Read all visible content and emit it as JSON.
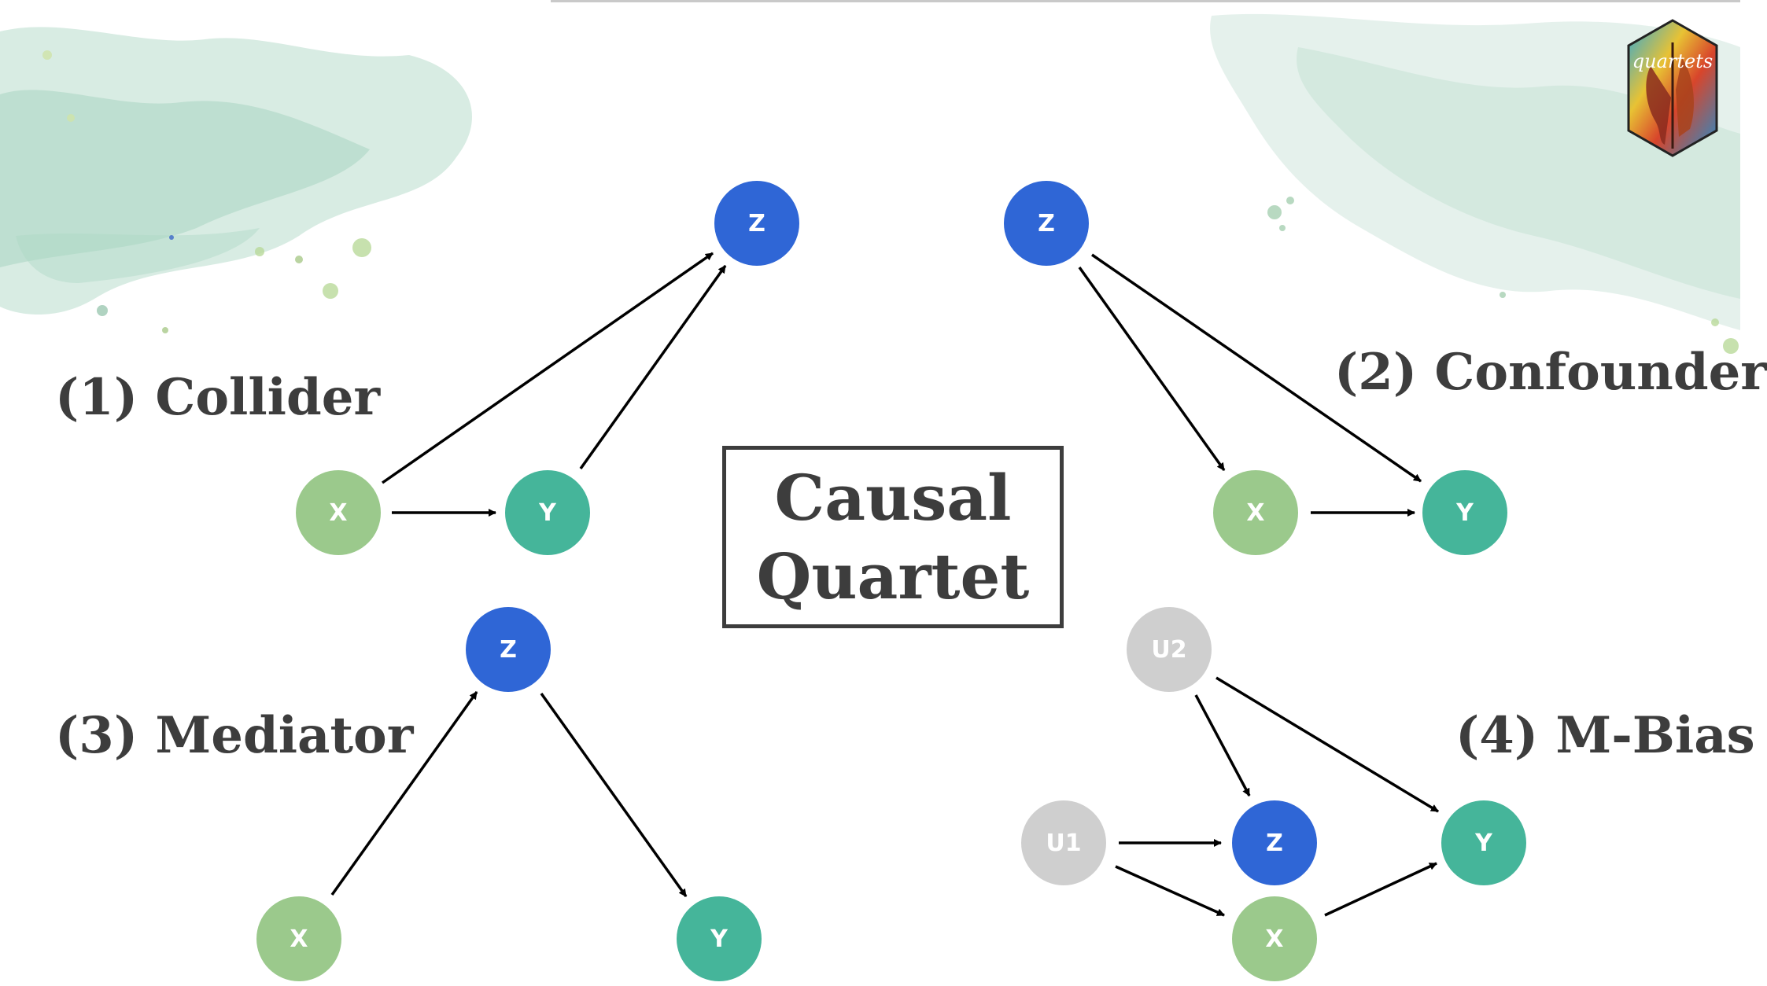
{
  "title": {
    "line1": "Causal",
    "line2": "Quartet"
  },
  "panels": [
    {
      "label": "(1) Collider"
    },
    {
      "label": "(2) Confounder"
    },
    {
      "label": "(3) Mediator"
    },
    {
      "label": "(4) M-Bias"
    }
  ],
  "nodes": {
    "collider_x": "X",
    "collider_y": "Y",
    "collider_z": "Z",
    "confounder_x": "X",
    "confounder_y": "Y",
    "confounder_z": "Z",
    "mediator_x": "X",
    "mediator_y": "Y",
    "mediator_z": "Z",
    "mbias_u1": "U1",
    "mbias_u2": "U2",
    "mbias_z": "Z",
    "mbias_x": "X",
    "mbias_y": "Y"
  },
  "logo": {
    "text": "quartets",
    "icon": "quartets-hex-logo"
  },
  "colors": {
    "X": "#9bc98c",
    "Y": "#45b59a",
    "Z": "#2f66d6",
    "U": "#cfcfcf",
    "text": "#3d3d3d",
    "wash": "#b8ddcc"
  }
}
